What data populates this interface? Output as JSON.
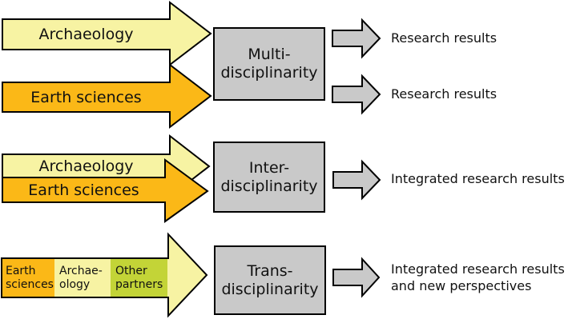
{
  "colors": {
    "pale_yellow": "#F7F3A3",
    "orange": "#FBB817",
    "green": "#C3D437",
    "gray_fill": "#C9C9C9",
    "outline": "#000000"
  },
  "sections": [
    {
      "name": "Multidisciplinarity",
      "box": {
        "line1": "Multi-",
        "line2": "disciplinarity"
      },
      "inputs": {
        "archaeology": "Archaeology",
        "earth_sciences": "Earth sciences"
      },
      "outputs": {
        "first": "Research results",
        "second": "Research results"
      }
    },
    {
      "name": "Interdisciplinarity",
      "box": {
        "line1": "Inter-",
        "line2": "disciplinarity"
      },
      "inputs": {
        "archaeology": "Archaeology",
        "earth_sciences": "Earth sciences"
      },
      "outputs": {
        "first": "Integrated research results"
      }
    },
    {
      "name": "Transdisciplinarity",
      "box": {
        "line1": "Trans-",
        "line2": "disciplinarity"
      },
      "inputs": {
        "earth_sciences": {
          "line1": "Earth",
          "line2": "sciences"
        },
        "archaeology": {
          "line1": "Archae-",
          "line2": "ology"
        },
        "other_partners": {
          "line1": "Other",
          "line2": "partners"
        }
      },
      "outputs": {
        "first": {
          "line1": "Integrated research results",
          "line2": "and new perspectives"
        }
      }
    }
  ]
}
